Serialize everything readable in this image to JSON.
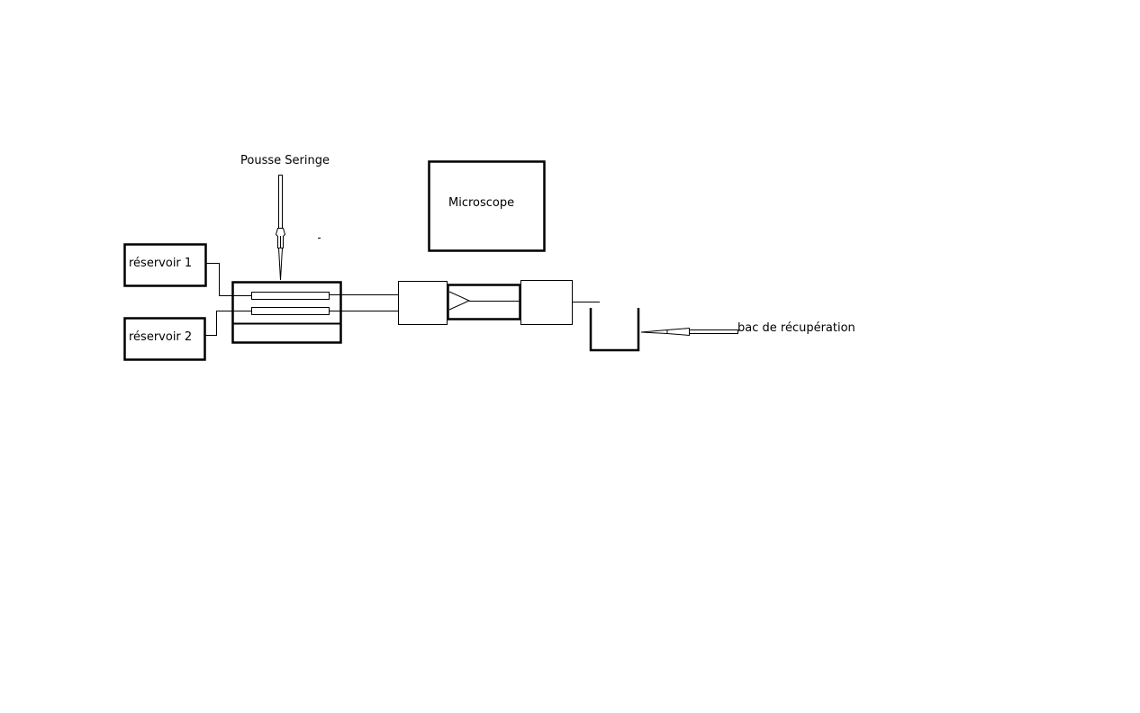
{
  "labels": {
    "pousse_seringe": "Pousse Seringe",
    "microscope": "Microscope",
    "reservoir_1": "réservoir 1",
    "reservoir_2": "réservoir 2",
    "bac": "bac de récupération"
  },
  "colors": {
    "stroke": "#000000",
    "background": "#ffffff"
  }
}
